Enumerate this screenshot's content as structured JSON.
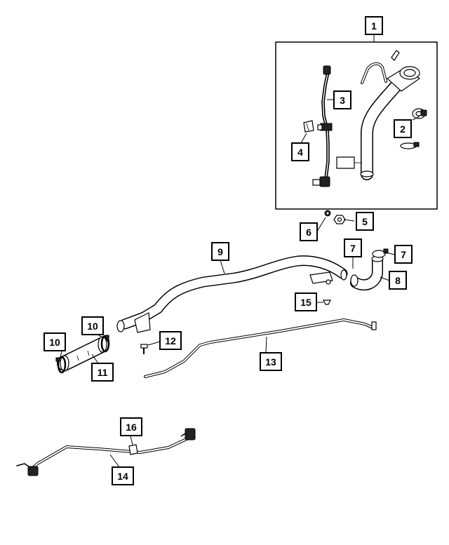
{
  "callouts": {
    "c1": "1",
    "c2": "2",
    "c3": "3",
    "c4": "4",
    "c5": "5",
    "c6": "6",
    "c7a": "7",
    "c7b": "7",
    "c8": "8",
    "c9": "9",
    "c10a": "10",
    "c10b": "10",
    "c11": "11",
    "c12": "12",
    "c13": "13",
    "c14": "14",
    "c15": "15",
    "c16": "16"
  },
  "colors": {
    "line": "#000000",
    "background": "#ffffff"
  }
}
